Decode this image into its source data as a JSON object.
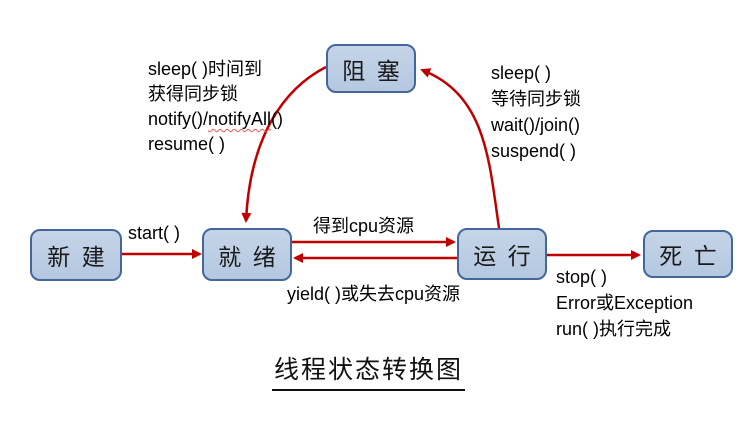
{
  "title": "线程状态转换图",
  "colors": {
    "arrow_red": "#c00000",
    "box_fill": "#bccfe5",
    "box_border": "#44679b",
    "spellcheck_wavy": "#e25a5a",
    "text": "#000000"
  },
  "nodes": {
    "new": {
      "label": "新  建"
    },
    "ready": {
      "label": "就  绪"
    },
    "running": {
      "label": "运  行"
    },
    "blocked": {
      "label": "阻  塞"
    },
    "dead": {
      "label": "死  亡"
    }
  },
  "edges": {
    "new_to_ready": {
      "label": "start( )"
    },
    "ready_to_running": {
      "label": "得到cpu资源"
    },
    "running_to_ready": {
      "label": "yield( )或失去cpu资源"
    },
    "blocked_to_ready": {
      "line1": "sleep( )时间到",
      "line2": "获得同步锁",
      "line3_pre": "notify()/",
      "line3_wavy": "notifyAll",
      "line3_post": "()",
      "line4": "resume( )"
    },
    "running_to_blocked": {
      "line1": "sleep( )",
      "line2": "等待同步锁",
      "line3": "wait()/join()",
      "line4": "suspend( )"
    },
    "running_to_dead": {
      "line1": "stop( )",
      "line2": "Error或Exception",
      "line3": "run( )执行完成"
    }
  }
}
